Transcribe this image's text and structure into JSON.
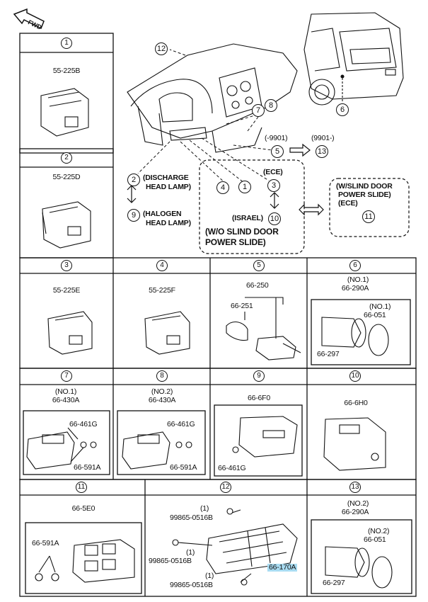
{
  "fwd": "FWD",
  "header_callouts": {
    "n12": "12",
    "n6": "6",
    "n7": "7",
    "n8": "8",
    "n5": "5",
    "n13": "13",
    "n2": "2",
    "n9": "9",
    "n4": "4",
    "n1": "1",
    "n3": "3",
    "n10": "10",
    "n11": "11"
  },
  "header_text": {
    "minus_9901": "(-9901)",
    "p9901_minus": "(9901-)",
    "discharge_line1": "(DISCHARGE",
    "discharge_line2": "HEAD LAMP)",
    "halogen_line1": "(HALOGEN",
    "halogen_line2": "HEAD LAMP)",
    "ece": "(ECE)",
    "israel": "(ISRAEL)",
    "wo_slind_line1": "(W/O SLIND DOOR",
    "wo_slind_line2": "POWER SLIDE)",
    "w_slind_line1": "(W/SLIND DOOR",
    "w_slind_line2": "POWER SLIDE)",
    "w_slind_line3": "(ECE)"
  },
  "panels": {
    "p1": {
      "num": "1",
      "part": "55-225B"
    },
    "p2": {
      "num": "2",
      "part": "55-225D"
    },
    "p3": {
      "num": "3",
      "part": "55-225E"
    },
    "p4": {
      "num": "4",
      "part": "55-225F"
    },
    "p5": {
      "num": "5",
      "part_a": "66-250",
      "part_b": "66-251"
    },
    "p6": {
      "num": "6",
      "qual": "(NO.1)",
      "part": "66-290A",
      "sub_qual": "(NO.1)",
      "sub_a": "66-051",
      "sub_b": "66-297"
    },
    "p7": {
      "num": "7",
      "qual": "(NO.1)",
      "part": "66-430A",
      "sub_a": "66-461G",
      "sub_b": "66-591A"
    },
    "p8": {
      "num": "8",
      "qual": "(NO.2)",
      "part": "66-430A",
      "sub_a": "66-461G",
      "sub_b": "66-591A"
    },
    "p9": {
      "num": "9",
      "part": "66-6F0",
      "sub_a": "66-461G"
    },
    "p10": {
      "num": "10",
      "part": "66-6H0"
    },
    "p11": {
      "num": "11",
      "part": "66-5E0",
      "sub_a": "66-591A"
    },
    "p12": {
      "num": "12",
      "q1": "(1)",
      "screw_a": "99865-0516B",
      "q2": "(1)",
      "screw_b": "99865-0516B",
      "q3": "(1)",
      "screw_c": "99865-0516B",
      "part": "66-170A"
    },
    "p13": {
      "num": "13",
      "qual": "(NO.2)",
      "part": "66-290A",
      "sub_qual": "(NO.2)",
      "sub_a": "66-051",
      "sub_b": "66-297"
    }
  },
  "colors": {
    "line": "#111111",
    "highlight": "#a9dcf2"
  }
}
